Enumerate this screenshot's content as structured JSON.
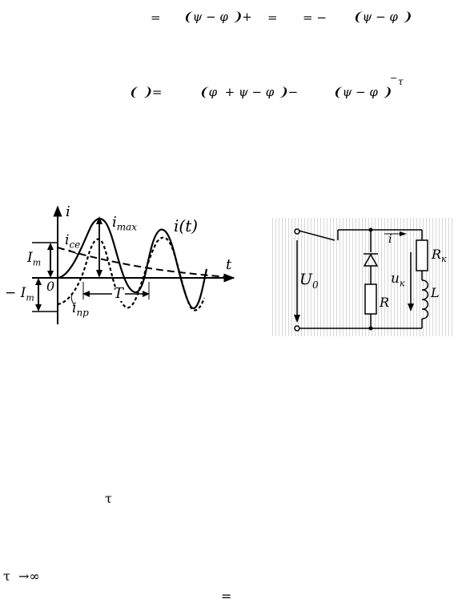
{
  "formula1": {
    "frag1": "=",
    "frag2": "❨ψ − φ ❩+",
    "frag3": "=",
    "frag4": "= −",
    "frag5": "❨ψ − φ ❩"
  },
  "formula2": {
    "frag1": "❨ ❩=",
    "frag2": "❨φ  + ψ − φ ❩−",
    "frag3": "❨ψ − φ ❩",
    "frag4": "−",
    "frag5": "τ"
  },
  "figure_graph": {
    "i_axis": "i",
    "t_axis": "t",
    "imax": "i",
    "imax_sub": "max",
    "it": "i(t)",
    "ice": "i",
    "ice_sub": "ce",
    "im": "I",
    "im_sub": "m",
    "neg_im": "− I",
    "neg_im_sub": "m",
    "origin": "0",
    "period": "T",
    "inp": "i",
    "inp_sub": "np"
  },
  "figure_circuit": {
    "u0": "U",
    "u0_sub": "0",
    "current": "i",
    "uk": "u",
    "uk_sub": "к",
    "rk": "R",
    "rk_sub": "к",
    "r": "R",
    "l": "L"
  },
  "line_tau": "τ",
  "line_limit": "τ  →∞",
  "line_equals": "="
}
